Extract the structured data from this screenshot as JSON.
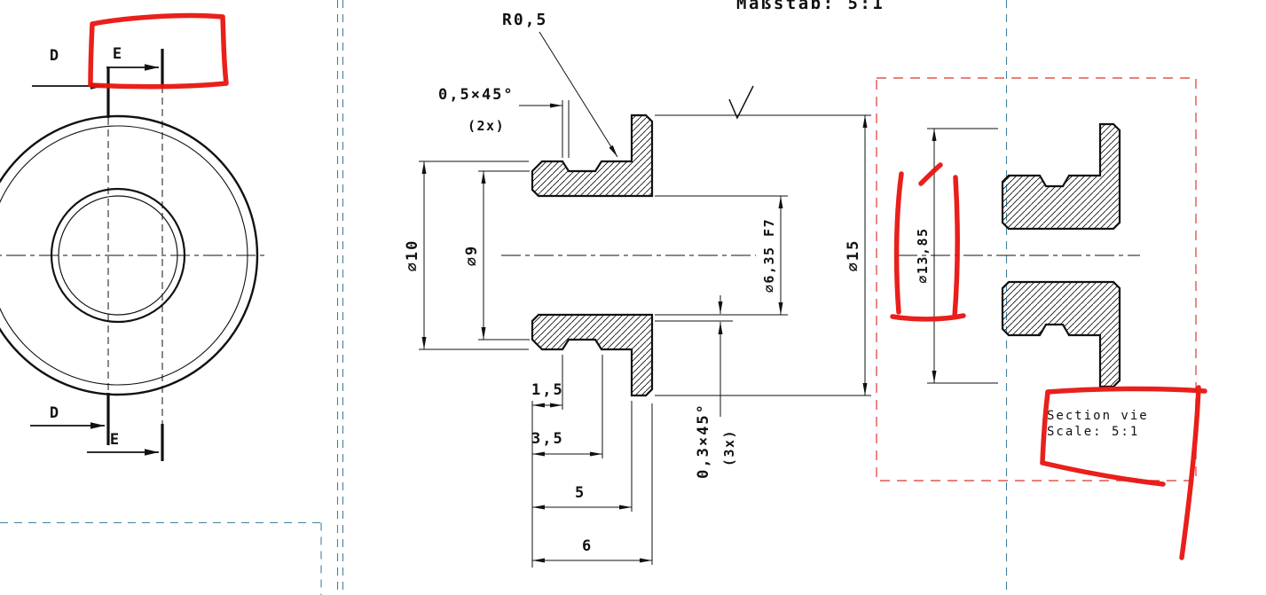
{
  "colors": {
    "ink": "#111111",
    "sheet_frame_blue": "#43809f",
    "detail_frame_red": "#e0564e",
    "redline": "#e8140f",
    "background": "#ffffff"
  },
  "title_block": {
    "scale_label": "Maßstab:  5:1"
  },
  "front_view": {
    "section_marks": {
      "d_top": "D",
      "e_top": "E",
      "d_bottom": "D",
      "e_bottom": "E"
    }
  },
  "section_view": {
    "dimensions": {
      "fillet_radius": "R0,5",
      "chamfer_front": "0,5×45°",
      "chamfer_front_count": "(2x)",
      "dia_body": "⌀10",
      "dia_groove": "⌀9",
      "dia_bore": "⌀6,35 F7",
      "dia_flange": "⌀15",
      "len_groove_start": "1,5",
      "len_groove_end": "3,5",
      "len_to_flange": "5",
      "len_total": "6",
      "chamfer_back": "0,3×45°",
      "chamfer_back_count": "(3x)"
    }
  },
  "detail_view": {
    "dimensions": {
      "dia_detail": "⌀13,85"
    },
    "caption": {
      "line1": "Section vie",
      "line2": "Scale:  5:1"
    }
  }
}
